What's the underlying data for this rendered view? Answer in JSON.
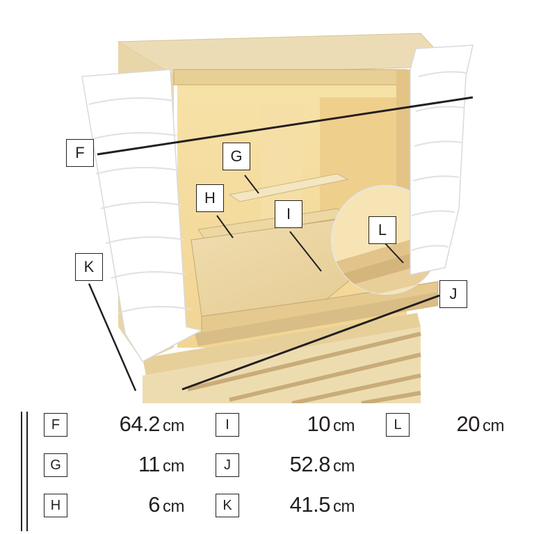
{
  "callouts": {
    "F": "F",
    "G": "G",
    "H": "H",
    "I": "I",
    "J": "J",
    "K": "K",
    "L": "L"
  },
  "legend": [
    {
      "key": "F",
      "value": "64.2",
      "unit": "cm"
    },
    {
      "key": "G",
      "value": "11",
      "unit": "cm"
    },
    {
      "key": "H",
      "value": "6",
      "unit": "cm"
    },
    {
      "key": "I",
      "value": "10",
      "unit": "cm"
    },
    {
      "key": "J",
      "value": "52.8",
      "unit": "cm"
    },
    {
      "key": "K",
      "value": "41.5",
      "unit": "cm"
    },
    {
      "key": "L",
      "value": "20",
      "unit": "cm"
    }
  ]
}
